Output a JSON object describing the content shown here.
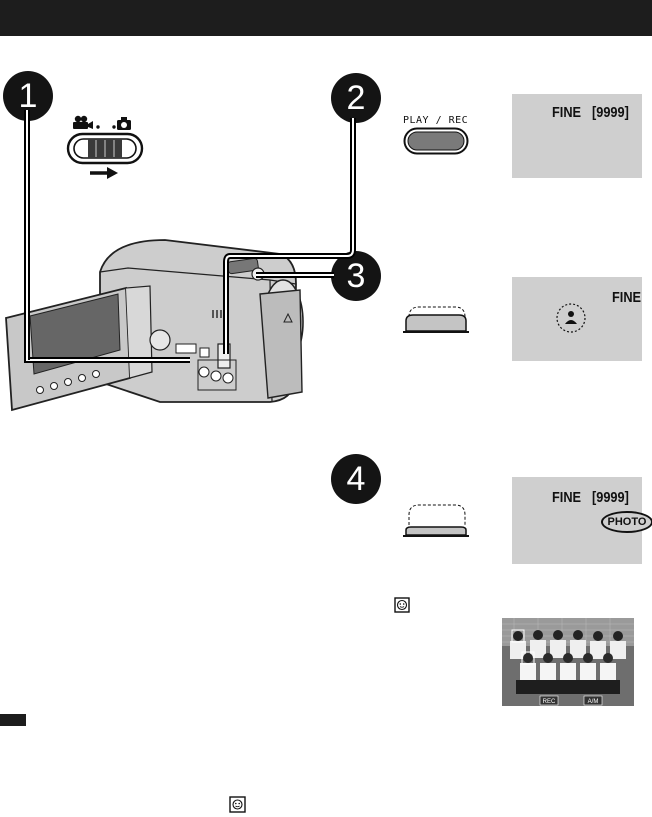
{
  "steps": [
    "1",
    "2",
    "3",
    "4"
  ],
  "step2": {
    "button_label": "PLAY / REC"
  },
  "lcd_panels": [
    {
      "quality": "FINE",
      "remaining": "[9999]"
    },
    {
      "quality": "FINE"
    },
    {
      "quality": "FINE",
      "remaining": "[9999]",
      "badge": "PHOTO"
    }
  ],
  "thumbnail": {
    "left_label": "REC",
    "right_label": "A/M"
  },
  "icons": [
    "mode-switch-icon",
    "arrow-right-icon",
    "camcorder-icon",
    "shutter-button-icon",
    "face-detect-icon",
    "focus-person-icon"
  ]
}
